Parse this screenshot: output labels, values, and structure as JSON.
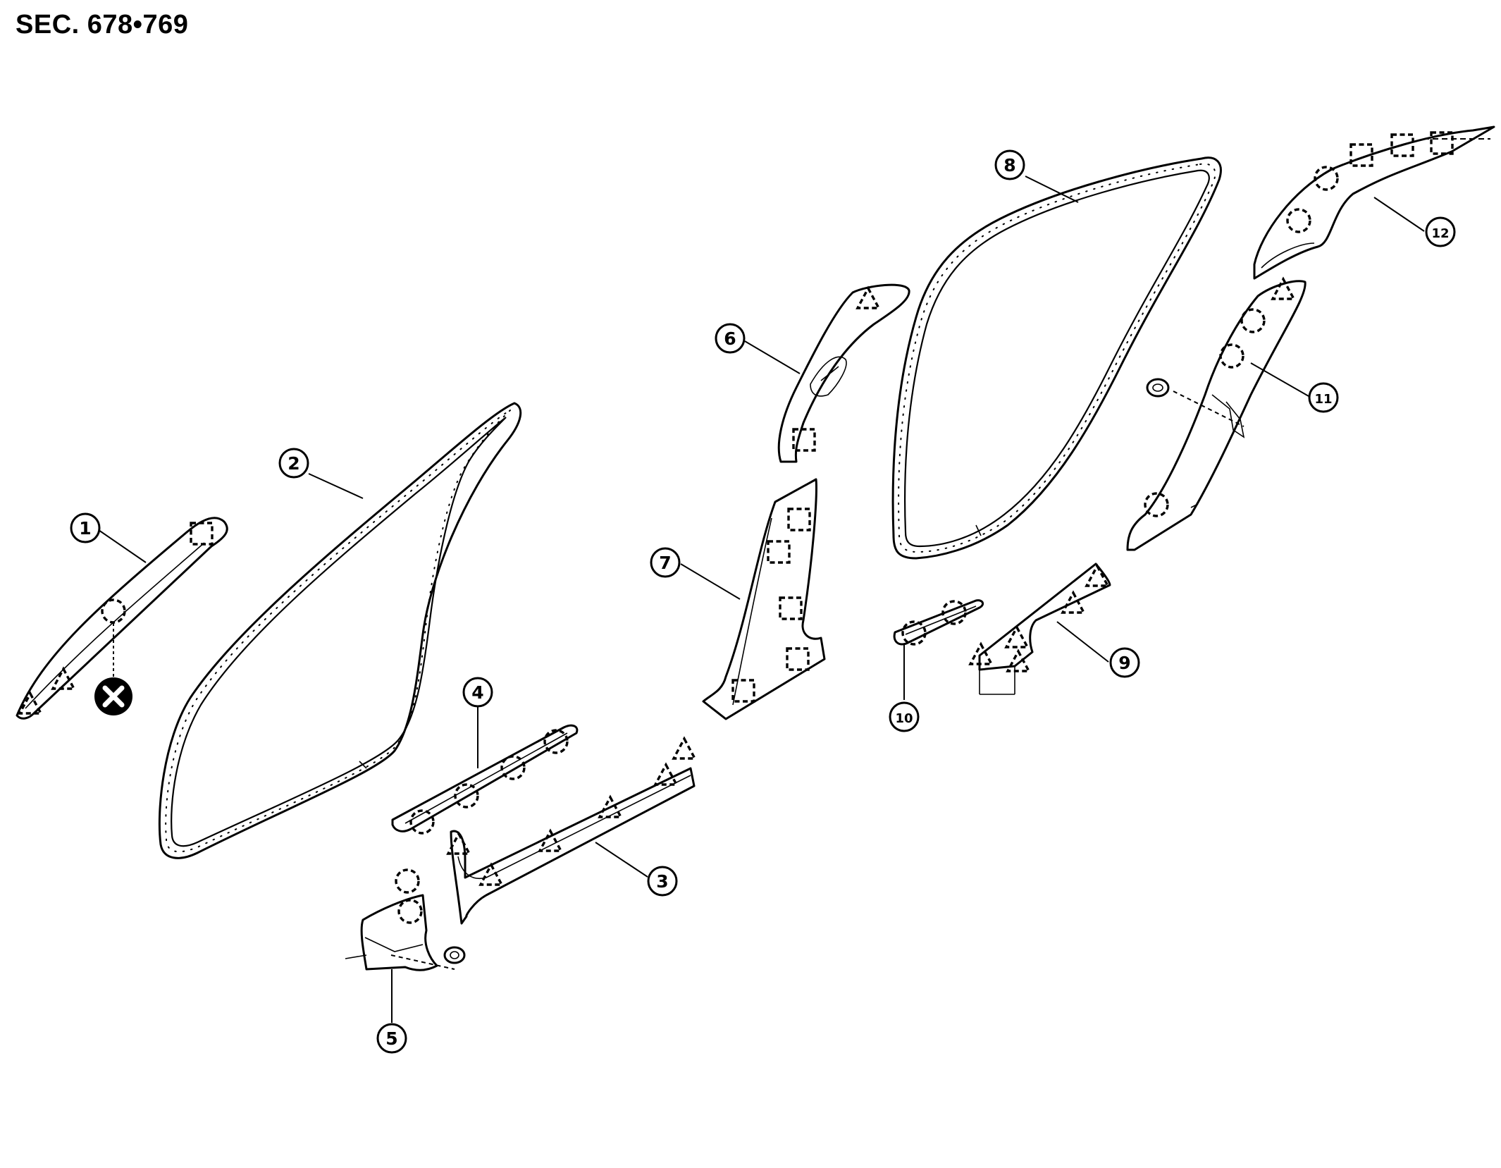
{
  "header": {
    "section": "SEC. 678•769"
  },
  "callouts": [
    {
      "id": "1",
      "label": "①"
    },
    {
      "id": "2",
      "label": "②"
    },
    {
      "id": "3",
      "label": "③"
    },
    {
      "id": "4",
      "label": "④"
    },
    {
      "id": "5",
      "label": "⑤"
    },
    {
      "id": "6",
      "label": "⑥"
    },
    {
      "id": "7",
      "label": "⑦"
    },
    {
      "id": "8",
      "label": "⑧"
    },
    {
      "id": "9",
      "label": "⑨"
    },
    {
      "id": "10",
      "label": "⑩"
    },
    {
      "id": "11",
      "label": "⑪"
    },
    {
      "id": "12",
      "label": "⑫"
    }
  ],
  "symbols": {
    "square": "dashed-square-clip-icon",
    "circle": "dashed-circle-clip-icon",
    "triangle": "dashed-triangle-clip-icon",
    "cross": "filled-circle-x-icon"
  }
}
